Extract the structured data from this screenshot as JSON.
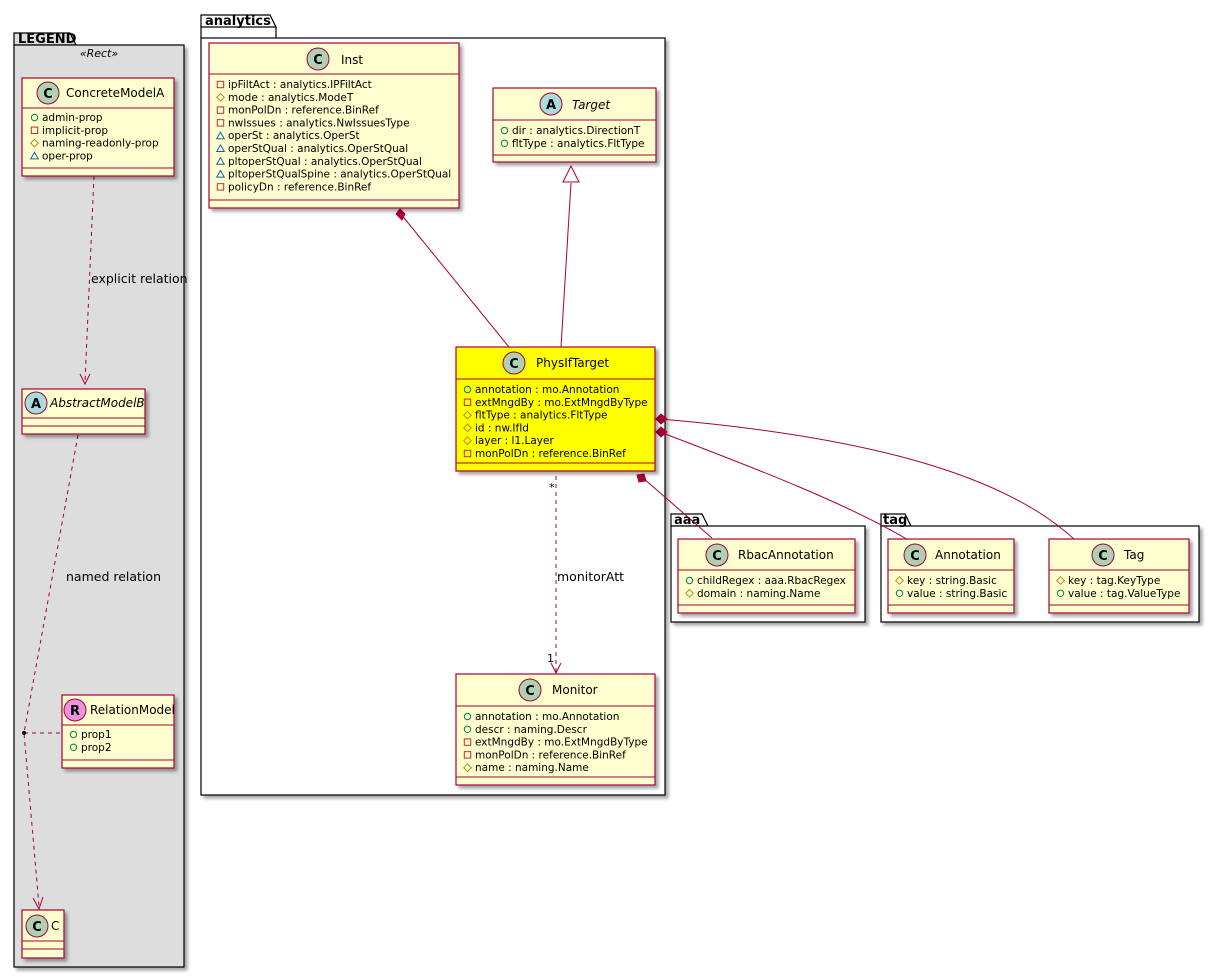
{
  "colors": {
    "class_fill": "#FEFECE",
    "class_border": "#A80036",
    "highlight_fill": "#FFFF00",
    "legend_fill": "#DDDDDD",
    "circle_c": "#ADD1B2",
    "circle_a": "#A9DCDF",
    "circle_r": "#EB93DF"
  },
  "legend": {
    "package_name": "LEGEND",
    "stereotype": "«Rect»",
    "concrete": {
      "glyph": "C",
      "name": "ConcreteModelA",
      "attrs": [
        {
          "vis": "+",
          "text": "admin-prop"
        },
        {
          "vis": "-",
          "text": "implicit-prop"
        },
        {
          "vis": "#",
          "text": "naming-readonly-prop"
        },
        {
          "vis": "~",
          "text": "oper-prop"
        }
      ]
    },
    "explicit_label": "explicit relation",
    "abstract": {
      "glyph": "A",
      "name": "AbstractModelB"
    },
    "named_label": "named relation",
    "relation": {
      "glyph": "R",
      "name": "RelationModel",
      "attrs": [
        {
          "vis": "+",
          "text": "prop1"
        },
        {
          "vis": "+",
          "text": "prop2"
        }
      ]
    },
    "c_class": {
      "glyph": "C",
      "name": "C"
    }
  },
  "analytics": {
    "package_name": "analytics",
    "inst": {
      "glyph": "C",
      "name": "Inst",
      "attrs": [
        {
          "vis": "-",
          "text": "ipFiltAct : analytics.IPFiltAct"
        },
        {
          "vis": "#",
          "text": "mode : analytics.ModeT"
        },
        {
          "vis": "-",
          "text": "monPolDn : reference.BinRef"
        },
        {
          "vis": "-",
          "text": "nwIssues : analytics.NwIssuesType"
        },
        {
          "vis": "~",
          "text": "operSt : analytics.OperSt"
        },
        {
          "vis": "~",
          "text": "operStQual : analytics.OperStQual"
        },
        {
          "vis": "~",
          "text": "pltoperStQual : analytics.OperStQual"
        },
        {
          "vis": "~",
          "text": "pltoperStQualSpine : analytics.OperStQual"
        },
        {
          "vis": "-",
          "text": "policyDn : reference.BinRef"
        }
      ]
    },
    "target": {
      "glyph": "A",
      "name": "Target",
      "attrs": [
        {
          "vis": "+",
          "text": "dir : analytics.DirectionT"
        },
        {
          "vis": "+",
          "text": "fltType : analytics.FltType"
        }
      ]
    },
    "physif": {
      "glyph": "C",
      "name": "PhysIfTarget",
      "attrs": [
        {
          "vis": "+",
          "text": "annotation : mo.Annotation"
        },
        {
          "vis": "-",
          "text": "extMngdBy : mo.ExtMngdByType"
        },
        {
          "vis": "#",
          "text": "fltType : analytics.FltType"
        },
        {
          "vis": "#",
          "text": "id : nw.IfId"
        },
        {
          "vis": "#",
          "text": "layer : l1.Layer"
        },
        {
          "vis": "-",
          "text": "monPolDn : reference.BinRef"
        }
      ]
    },
    "monitor_label": "monitorAtt",
    "mult_from": "*",
    "mult_to": "1",
    "monitor": {
      "glyph": "C",
      "name": "Monitor",
      "attrs": [
        {
          "vis": "+",
          "text": "annotation : mo.Annotation"
        },
        {
          "vis": "+",
          "text": "descr : naming.Descr"
        },
        {
          "vis": "-",
          "text": "extMngdBy : mo.ExtMngdByType"
        },
        {
          "vis": "-",
          "text": "monPolDn : reference.BinRef"
        },
        {
          "vis": "#",
          "text": "name : naming.Name"
        }
      ]
    }
  },
  "aaa": {
    "package_name": "aaa",
    "rbac": {
      "glyph": "C",
      "name": "RbacAnnotation",
      "attrs": [
        {
          "vis": "+",
          "text": "childRegex : aaa.RbacRegex"
        },
        {
          "vis": "#",
          "text": "domain : naming.Name"
        }
      ]
    }
  },
  "tag": {
    "package_name": "tag",
    "annotation": {
      "glyph": "C",
      "name": "Annotation",
      "attrs": [
        {
          "vis": "#",
          "text": "key : string.Basic"
        },
        {
          "vis": "+",
          "text": "value : string.Basic"
        }
      ]
    },
    "tag": {
      "glyph": "C",
      "name": "Tag",
      "attrs": [
        {
          "vis": "#",
          "text": "key : tag.KeyType"
        },
        {
          "vis": "+",
          "text": "value : tag.ValueType"
        }
      ]
    }
  }
}
